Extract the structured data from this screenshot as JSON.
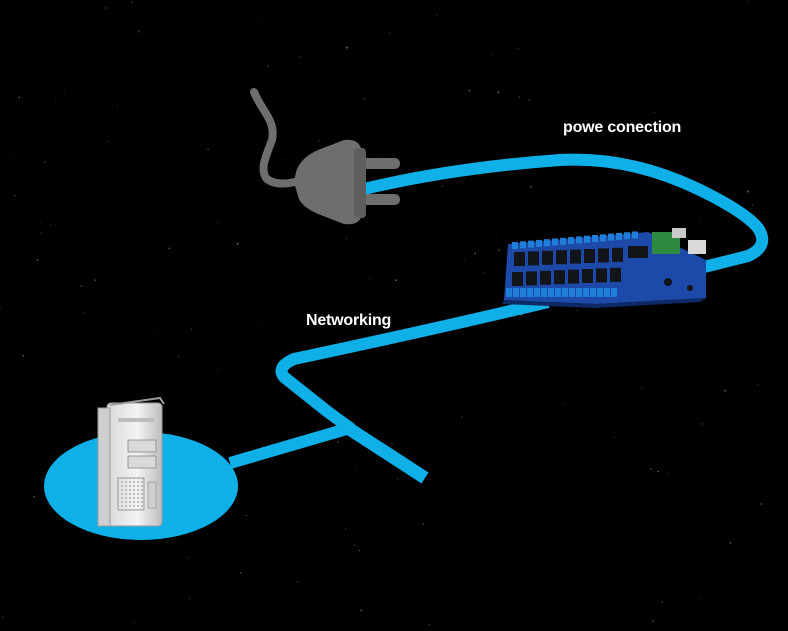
{
  "labels": {
    "power": "powe conection",
    "network": "Networking"
  },
  "nodes": [
    {
      "id": "power-plug",
      "icon": "power-plug-icon"
    },
    {
      "id": "relay-board",
      "icon": "relay-board-icon"
    },
    {
      "id": "computer",
      "icon": "desktop-tower-icon"
    }
  ],
  "connections": [
    {
      "from": "power-plug",
      "to": "relay-board",
      "label": "powe conection"
    },
    {
      "from": "relay-board",
      "to": "computer",
      "label": "Networking"
    }
  ],
  "colors": {
    "background": "#000000",
    "cable": "#0fb0e8",
    "plug": "#6e6e6e",
    "board": "#1d4aa8",
    "relay": "#111418",
    "terminal": "#1f7fd8",
    "computer": "#e9e9e9",
    "label": "#ffffff"
  }
}
